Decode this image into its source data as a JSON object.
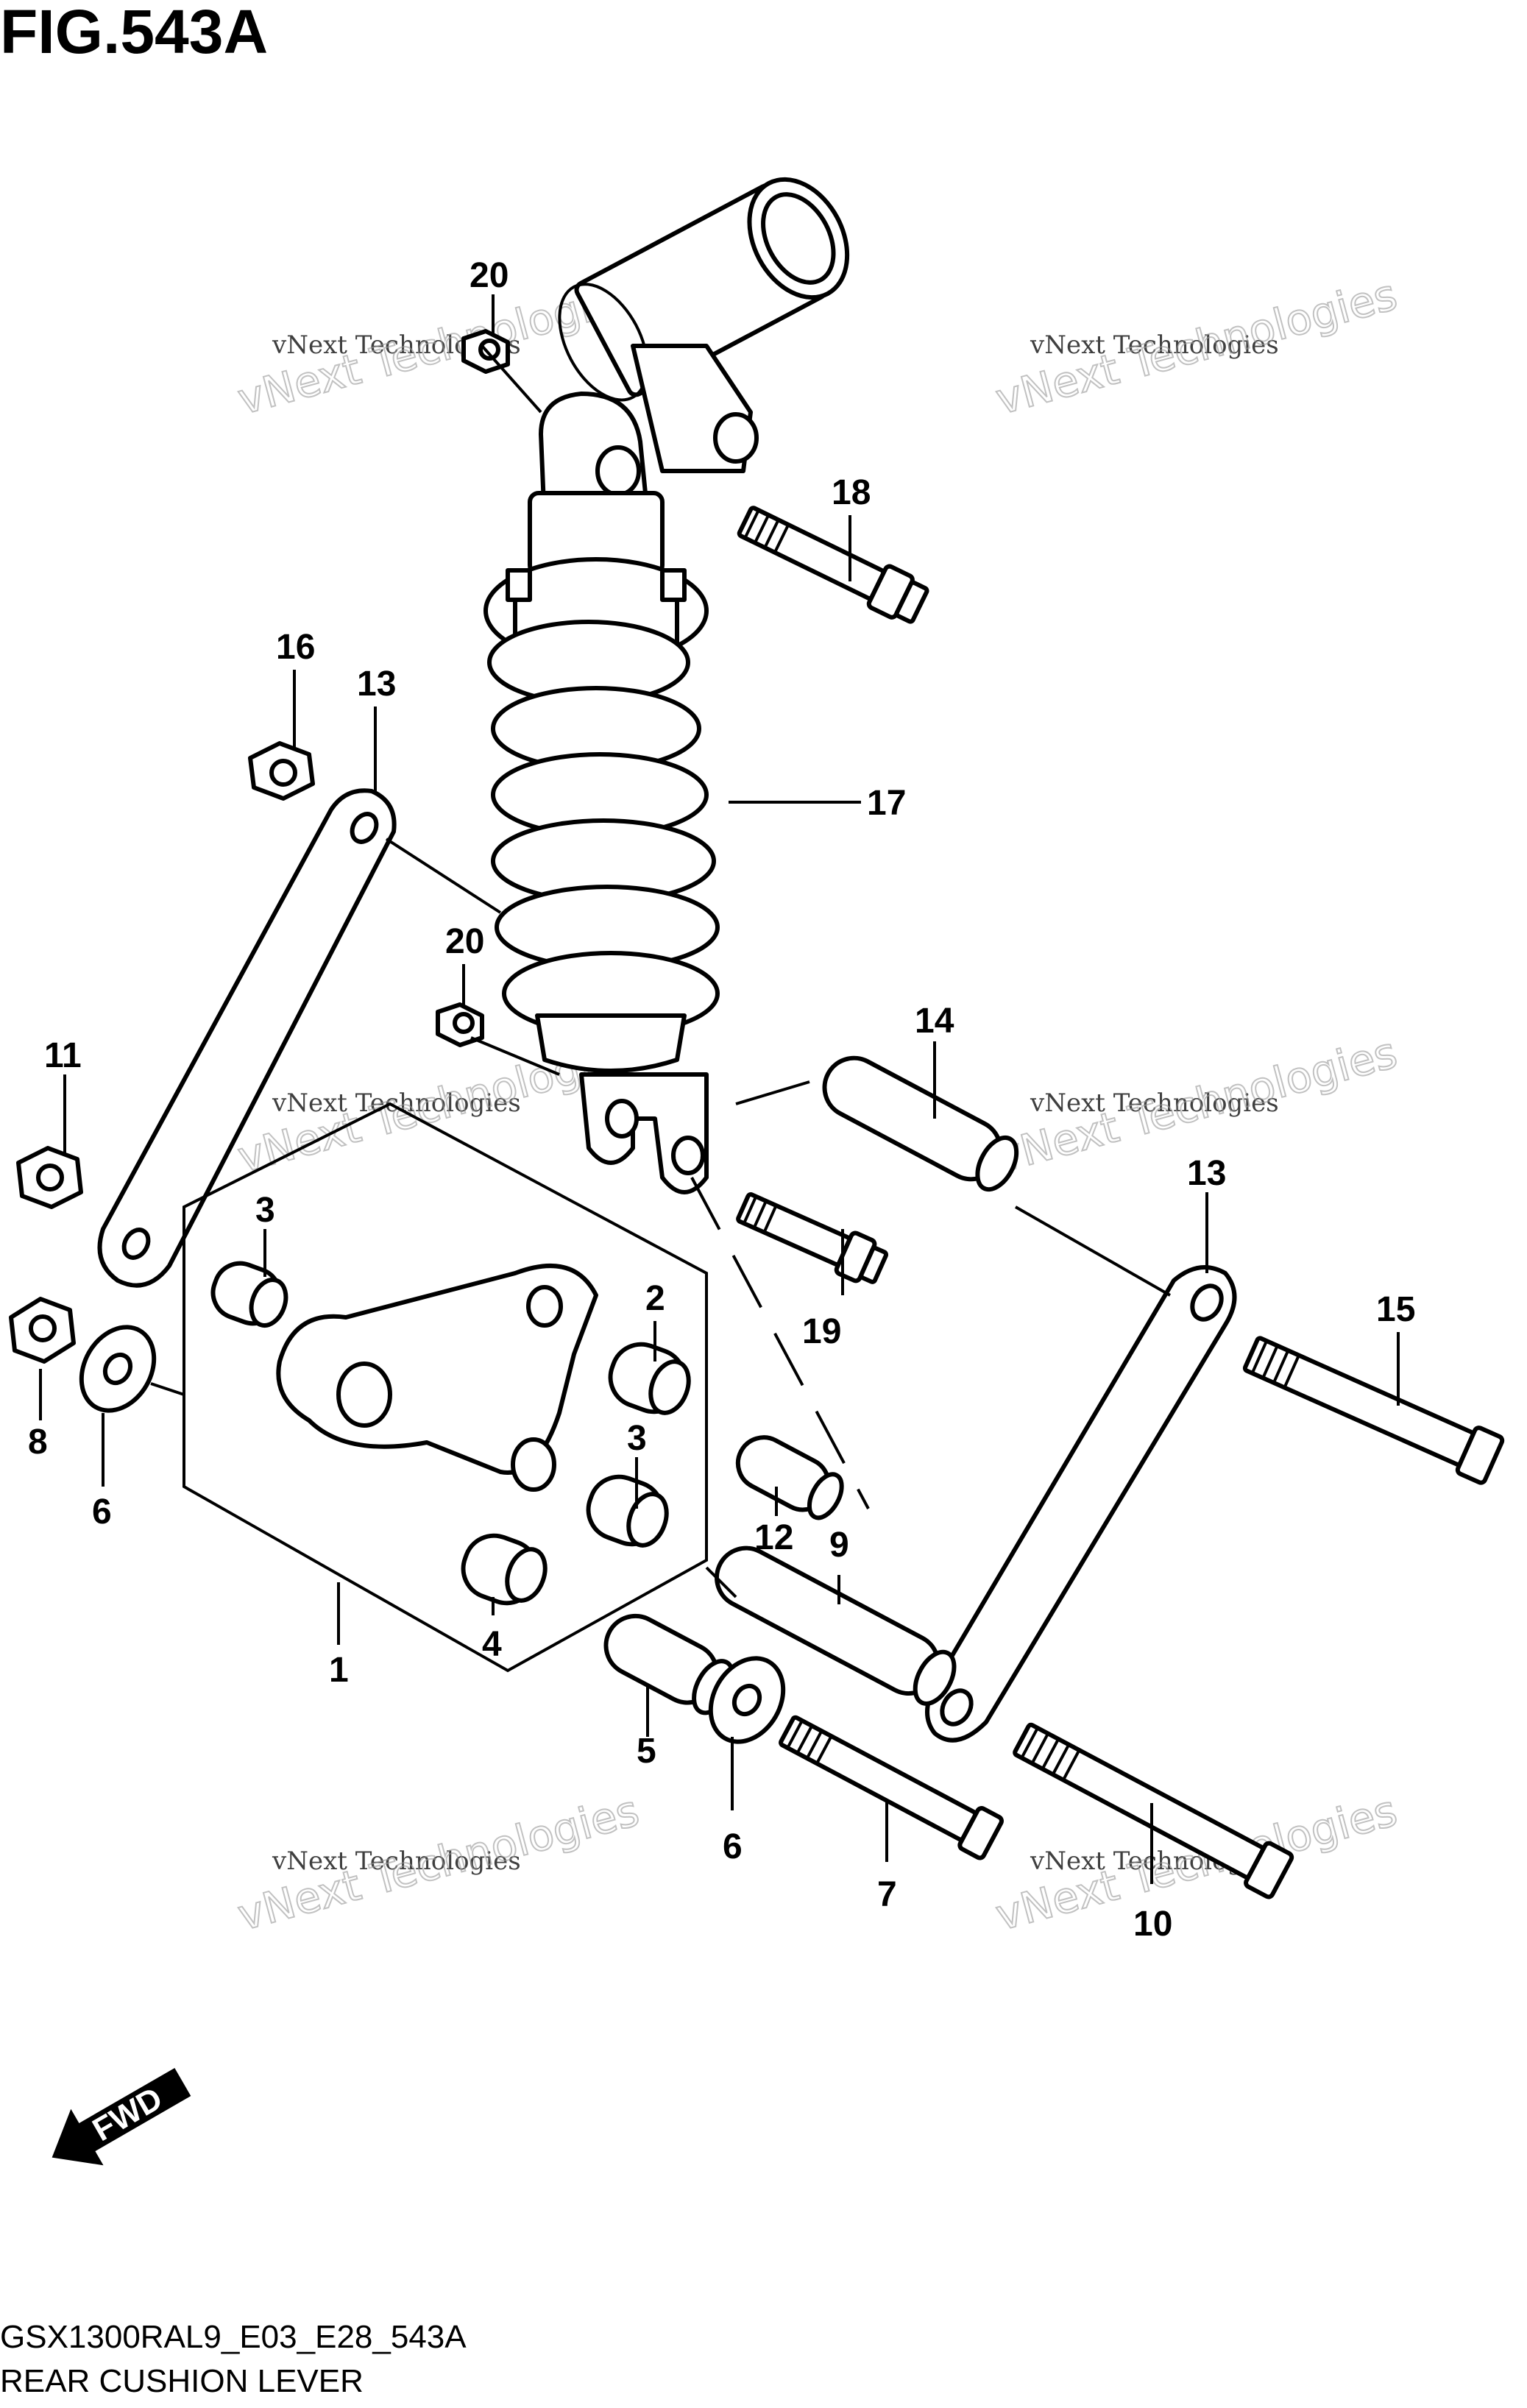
{
  "figure": {
    "title": "FIG.543A",
    "code": "GSX1300RAL9_E03_E28_543A",
    "name": "REAR CUSHION LEVER"
  },
  "watermark": {
    "line1": "vNext Technologies",
    "line2": "vNext Technologies"
  },
  "fwd_label": "FWD",
  "callouts": {
    "p1": "1",
    "p2": "2",
    "p3a": "3",
    "p3b": "3",
    "p4": "4",
    "p5": "5",
    "p6a": "6",
    "p6b": "6",
    "p7": "7",
    "p8": "8",
    "p9": "9",
    "p10": "10",
    "p11": "11",
    "p12": "12",
    "p13a": "13",
    "p13b": "13",
    "p14": "14",
    "p15": "15",
    "p16": "16",
    "p17": "17",
    "p18": "18",
    "p19": "19",
    "p20a": "20",
    "p20b": "20"
  }
}
